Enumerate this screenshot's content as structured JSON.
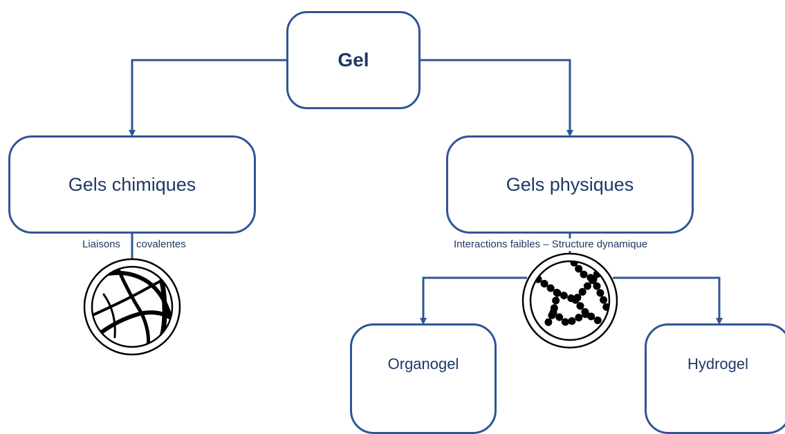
{
  "diagram": {
    "root": {
      "label": "Gel"
    },
    "chemical": {
      "label": "Gels chimiques",
      "edge_label_left": "Liaisons",
      "edge_label_right": "covalentes"
    },
    "physical": {
      "label": "Gels physiques",
      "edge_label": "Interactions faibles – Structure dynamique"
    },
    "organogel": {
      "label": "Organogel"
    },
    "hydrogel": {
      "label": "Hydrogel"
    },
    "colors": {
      "border": "#2f5496",
      "text": "#1f3864",
      "network": "#000000"
    }
  }
}
